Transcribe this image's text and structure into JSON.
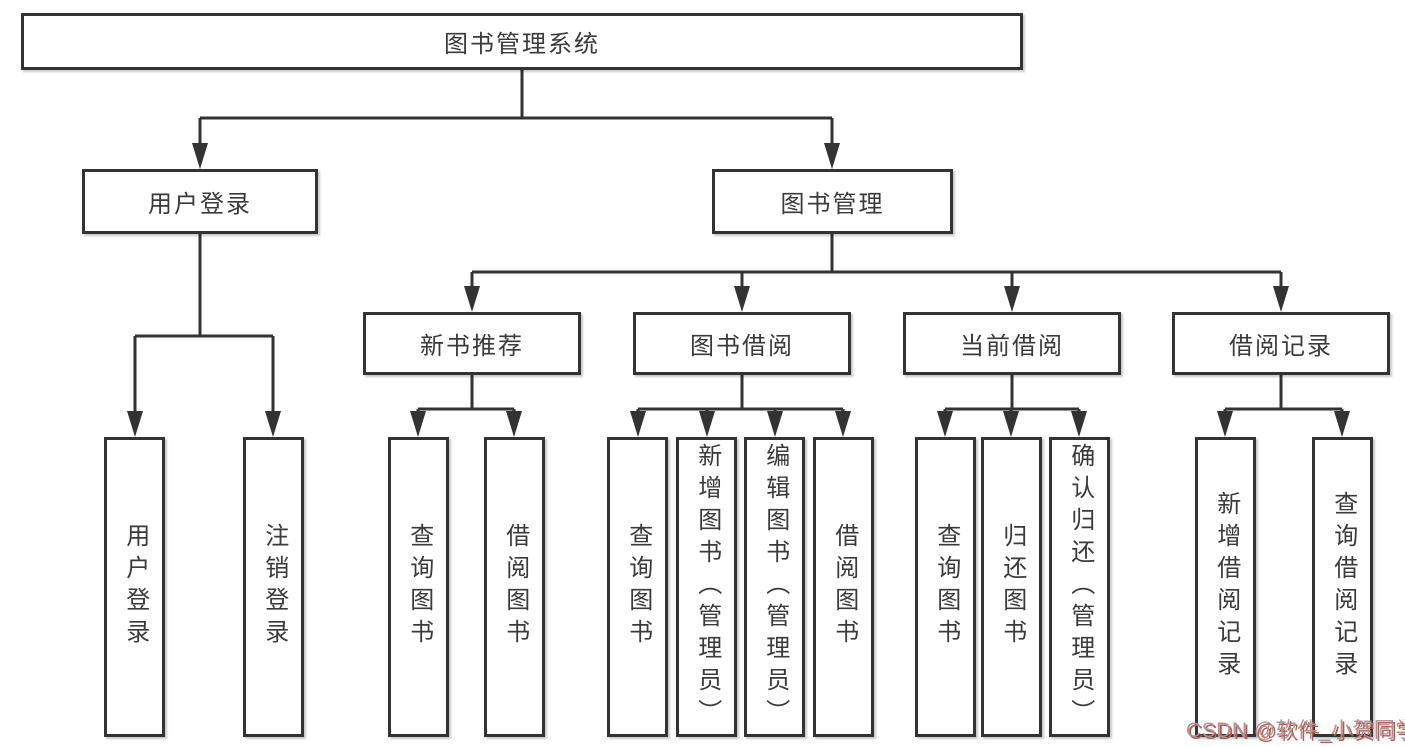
{
  "tree": {
    "root": "图书管理系统",
    "level1": {
      "user_login": "用户登录",
      "book_management": "图书管理"
    },
    "level2": {
      "new_book_recommend": "新书推荐",
      "book_borrow": "图书借阅",
      "current_borrow": "当前借阅",
      "borrow_records": "借阅记录"
    },
    "leaves": {
      "user_login": [
        "用户登录",
        "注销登录"
      ],
      "new_book_recommend": [
        "查询图书",
        "借阅图书"
      ],
      "book_borrow": [
        "查询图书",
        "新增图书（管理员）",
        "编辑图书（管理员）",
        "借阅图书"
      ],
      "current_borrow": [
        "查询图书",
        "归还图书",
        "确认归还（管理员）"
      ],
      "borrow_records": [
        "新增借阅记录",
        "查询借阅记录"
      ]
    }
  },
  "colors": {
    "line": "#333333",
    "box_border": "#333333",
    "text": "#3a3a3a",
    "background": "#ffffff",
    "watermark_text": "#9d9d9d",
    "watermark_shadow": "#cf5148"
  },
  "watermark": "CSDN @软件_小贺同学"
}
